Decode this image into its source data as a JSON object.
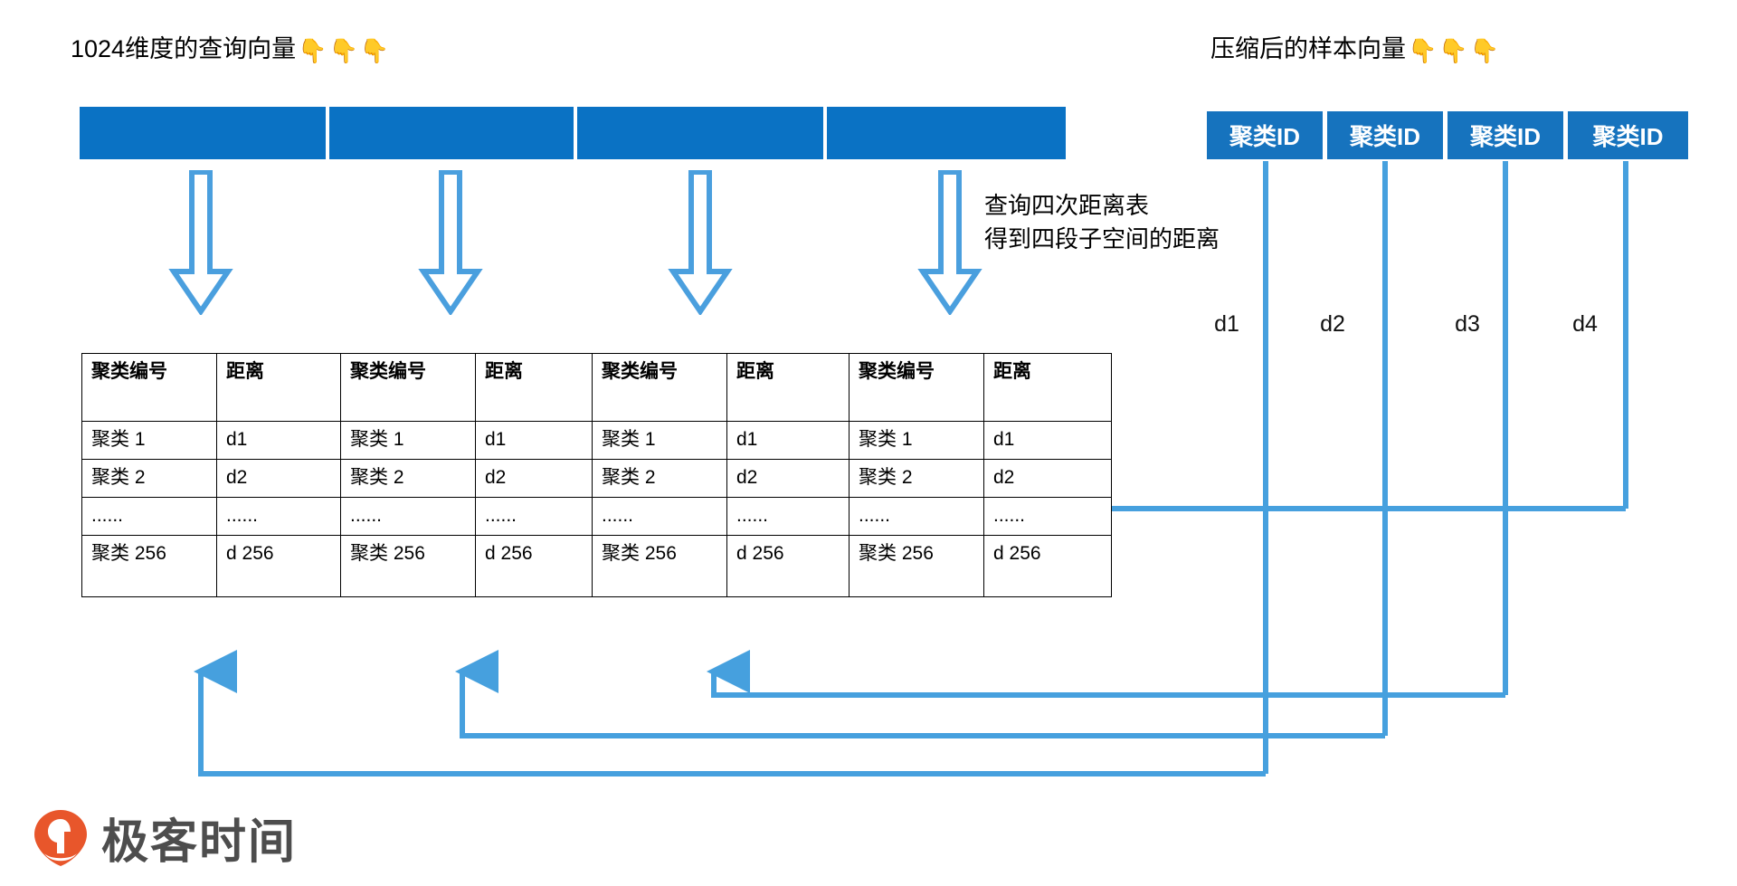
{
  "titles": {
    "query_vector": "1024维度的查询向量",
    "query_vector_emoji": "👇👇👇",
    "compressed_vector": "压缩后的样本向量",
    "compressed_vector_emoji": "👇👇👇"
  },
  "annotation": {
    "line1": "查询四次距离表",
    "line2": "得到四段子空间的距离"
  },
  "query_vector_segments": [
    {
      "label": ""
    },
    {
      "label": ""
    },
    {
      "label": ""
    },
    {
      "label": ""
    }
  ],
  "cluster_id_boxes": [
    {
      "label": "聚类ID"
    },
    {
      "label": "聚类ID"
    },
    {
      "label": "聚类ID"
    },
    {
      "label": "聚类ID"
    }
  ],
  "distance_labels": [
    {
      "text": "d1"
    },
    {
      "text": "d2"
    },
    {
      "text": "d3"
    },
    {
      "text": "d4"
    }
  ],
  "table": {
    "headers": [
      "聚类编号",
      "距离"
    ],
    "rows": [
      [
        "聚类 1",
        "d1"
      ],
      [
        "聚类 2",
        "d2"
      ],
      [
        "......",
        "......"
      ],
      [
        "聚类 256",
        "d 256"
      ]
    ]
  },
  "tables": [
    {
      "index": 1
    },
    {
      "index": 2
    },
    {
      "index": 3
    },
    {
      "index": 4
    }
  ],
  "logo": {
    "text": "极客时间",
    "mark": "geek-time-logo-mark"
  },
  "colors": {
    "vector_blue": "#0A72C4",
    "cluster_box_blue": "#1673BE",
    "connector_blue": "#46A0DE",
    "arrow_outline": "#4A9FDE",
    "logo_orange": "#E8562B",
    "logo_text_gray": "#4D4D4D",
    "table_border": "#000000",
    "background": "#FFFFFF"
  }
}
